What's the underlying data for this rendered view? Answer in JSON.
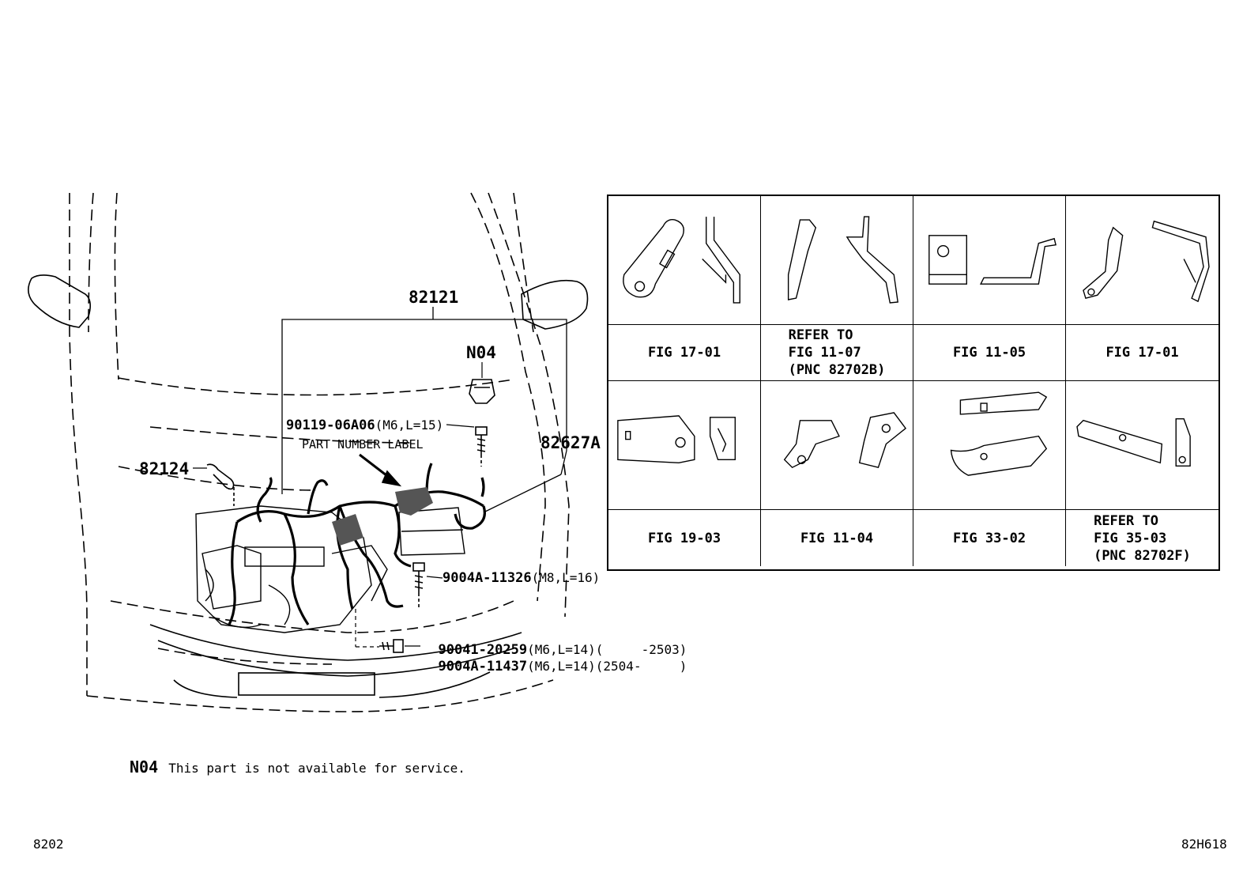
{
  "callouts": {
    "harness_main": "82121",
    "n04_marker": "N04",
    "bolt_1_part": "90119-06A06",
    "bolt_1_spec": "(M6,L=15)",
    "part_number_label": "PART NUMBER LABEL",
    "harness_sub": "82627A",
    "clamp_part": "82124",
    "bolt_2_part": "9004A-11326",
    "bolt_2_spec": "(M8,L=16)",
    "bolt_3_part": "90041-20259",
    "bolt_3_spec": "(M6,L=14)(     -2503)",
    "bolt_4_part": "9004A-11437",
    "bolt_4_spec": "(M6,L=14)(2504-     )"
  },
  "reference_table": {
    "row1": [
      {
        "lines": [
          "FIG 17-01"
        ]
      },
      {
        "lines": [
          "REFER TO",
          "FIG 11-07",
          "(PNC 82702B)"
        ]
      },
      {
        "lines": [
          "FIG 11-05"
        ]
      },
      {
        "lines": [
          "FIG 17-01"
        ]
      }
    ],
    "row2": [
      {
        "lines": [
          "FIG 19-03"
        ]
      },
      {
        "lines": [
          "FIG 11-04"
        ]
      },
      {
        "lines": [
          "FIG 33-02"
        ]
      },
      {
        "lines": [
          "REFER TO",
          "FIG 35-03",
          "(PNC 82702F)"
        ]
      }
    ]
  },
  "footnote": {
    "code": "N04",
    "text": "This part is not available for service."
  },
  "footer": {
    "left_code": "8202",
    "right_code": "82H618"
  }
}
